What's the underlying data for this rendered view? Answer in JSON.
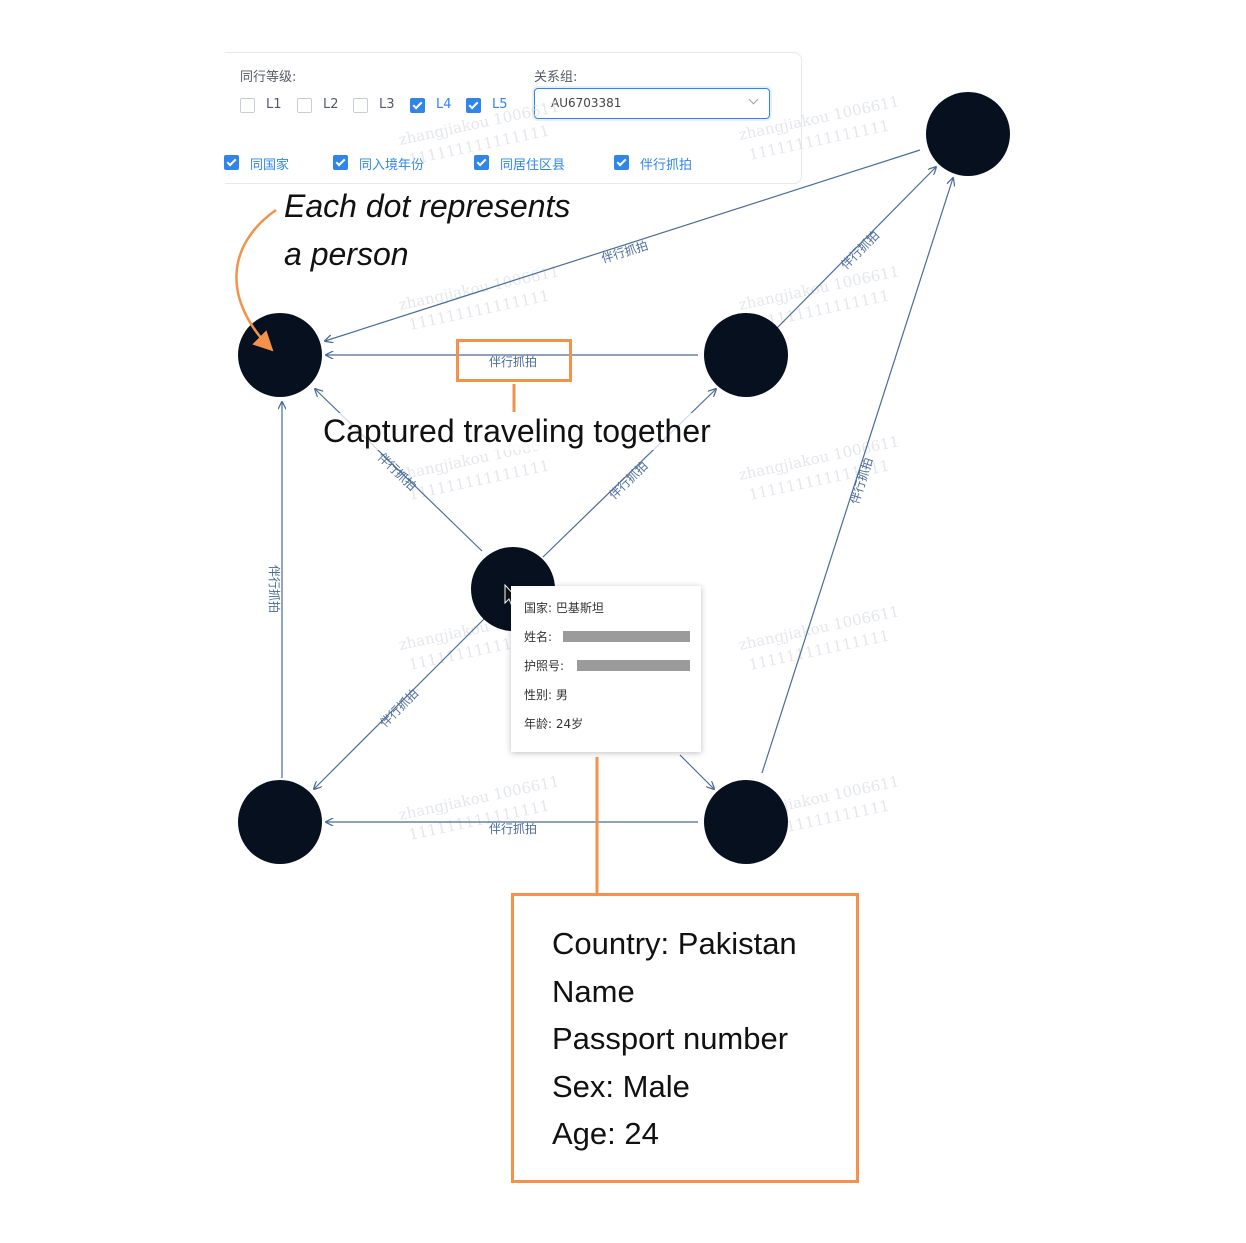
{
  "filters": {
    "level_label": "同行等级:",
    "group_label": "关系组:",
    "levels": [
      {
        "label": "L1",
        "checked": false
      },
      {
        "label": "L2",
        "checked": false
      },
      {
        "label": "L3",
        "checked": false
      },
      {
        "label": "L4",
        "checked": true
      },
      {
        "label": "L5",
        "checked": true
      }
    ],
    "group_value": "AU6703381",
    "relations": [
      {
        "label": "同国家",
        "checked": true
      },
      {
        "label": "同入境年份",
        "checked": true
      },
      {
        "label": "同居住区县",
        "checked": true
      },
      {
        "label": "伴行抓拍",
        "checked": true
      }
    ]
  },
  "graph": {
    "edge_label": "伴行抓拍",
    "watermark_lines": [
      "zhangjiakou 1006611",
      "111111111111111"
    ]
  },
  "tooltip": {
    "country_label": "国家:",
    "country_value": "巴基斯坦",
    "name_label": "姓名:",
    "passport_label": "护照号:",
    "sex_label": "性别:",
    "sex_value": "男",
    "age_label": "年龄:",
    "age_value": "24岁"
  },
  "annotations": {
    "dot_note_line1": "Each dot represents",
    "dot_note_line2": "a person",
    "edge_note": "Captured traveling together",
    "callout": [
      "Country: Pakistan",
      "Name",
      "Passport number",
      "Sex: Male",
      "Age: 24"
    ]
  },
  "colors": {
    "node": "#06101f",
    "edge": "#4a6b9a",
    "accent": "#f4914a",
    "checkbox": "#2f86e8"
  }
}
